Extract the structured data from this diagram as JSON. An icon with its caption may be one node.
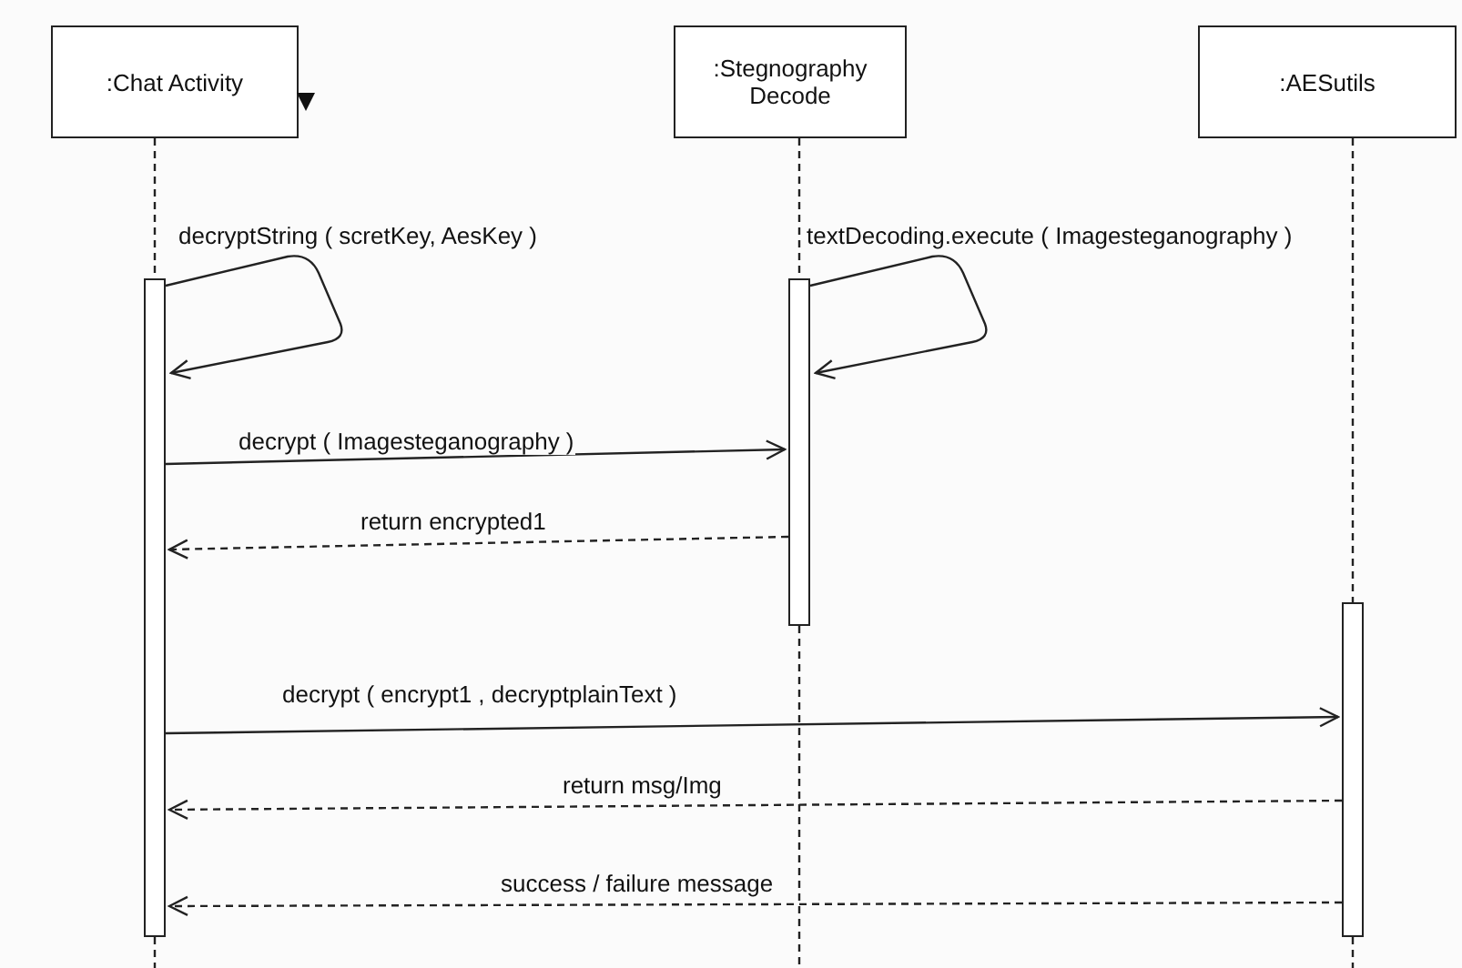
{
  "diagram": {
    "nodes": [
      {
        "text": [
          ":Chat Activity"
        ]
      },
      {
        "text": [
          ":Stegnography Decode"
        ]
      },
      {
        "text": [
          ":AESutils"
        ]
      },
      {
        "text": [],
        "shape": "bar"
      },
      {
        "text": [],
        "shape": "bar"
      },
      {
        "text": [],
        "shape": "bar"
      }
    ],
    "edges": [
      {
        "from": 0,
        "to": 3,
        "arrow": "none",
        "style": "dashed"
      },
      {
        "from": 1,
        "to": 4,
        "arrow": "none",
        "style": "dashed"
      },
      {
        "from": 2,
        "to": 5,
        "arrow": "none",
        "style": "dashed"
      },
      {
        "from": 3,
        "to": 3,
        "arrow": "to",
        "label": "decryptString ( scretKey, AesKey )"
      },
      {
        "from": 4,
        "to": 4,
        "arrow": "to",
        "label": "textDecoding.execute ( Imagesteganography )"
      },
      {
        "from": 3,
        "to": 4,
        "arrow": "to",
        "label": "decrypt ( Imagesteganography )"
      },
      {
        "from": 4,
        "to": 3,
        "arrow": "to",
        "label": "return encrypted1",
        "style": "dashed"
      },
      {
        "from": 3,
        "to": 5,
        "arrow": "to",
        "label": "decrypt ( encrypt1 , decryptplainText )"
      },
      {
        "from": 5,
        "to": 3,
        "arrow": "to",
        "label": "return msg/Img",
        "style": "dashed"
      },
      {
        "from": 5,
        "to": 3,
        "arrow": "to",
        "label": "success / failure message",
        "style": "dashed"
      }
    ]
  }
}
